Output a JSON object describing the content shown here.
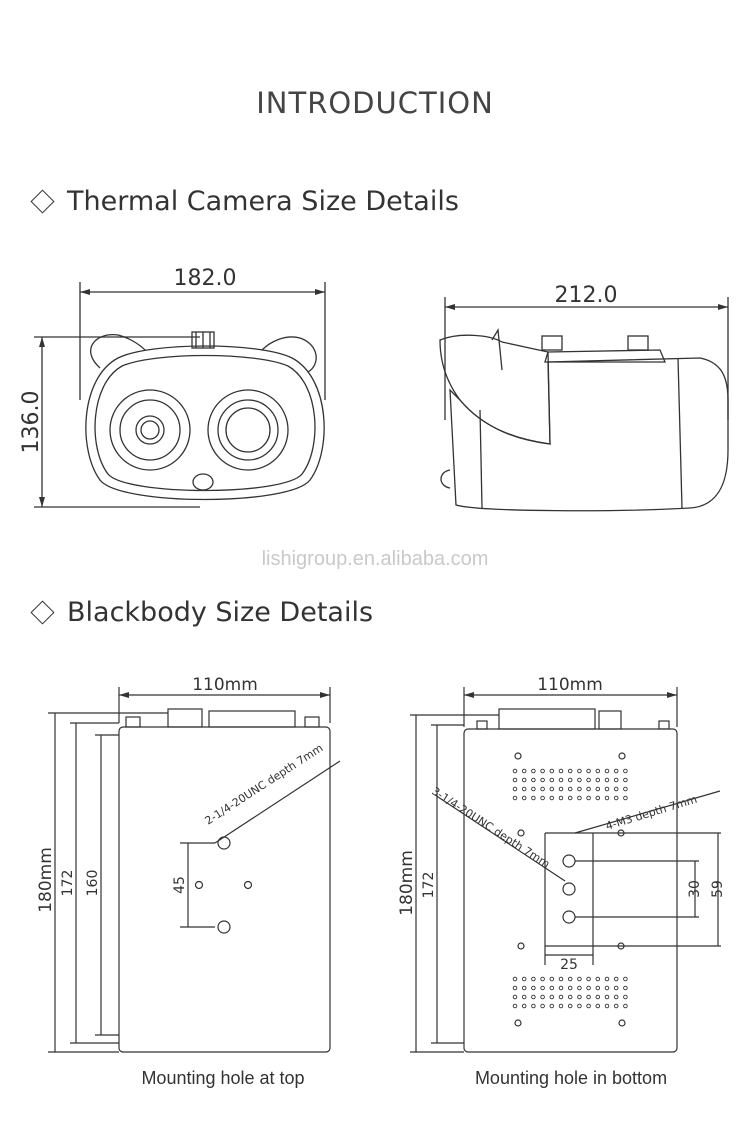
{
  "page": {
    "title": "INTRODUCTION",
    "watermark": "lishigroup.en.alibaba.com"
  },
  "sections": [
    {
      "heading": "Thermal Camera Size Details"
    },
    {
      "heading": "Blackbody Size Details"
    }
  ],
  "camera_front": {
    "width_label": "182.0",
    "height_label": "136.0"
  },
  "camera_side": {
    "length_label": "212.0"
  },
  "blackbody_top": {
    "width_label": "110mm",
    "height_label": "180mm",
    "inner_height_1": "172",
    "inner_height_2": "160",
    "hole_spacing": "45",
    "hole_note": "2-1/4-20UNC depth 7mm",
    "caption": "Mounting hole at top"
  },
  "blackbody_bottom": {
    "width_label": "110mm",
    "height_label": "180mm",
    "inner_height": "172",
    "hole_note_1": "3-1/4-20UNC depth 7mm",
    "hole_note_2": "4-M3 depth 7mm",
    "dim_30": "30",
    "dim_59": "59",
    "dim_25": "25",
    "caption": "Mounting hole in bottom"
  },
  "colors": {
    "line": "#333333",
    "watermark": "#c9c9c9"
  }
}
